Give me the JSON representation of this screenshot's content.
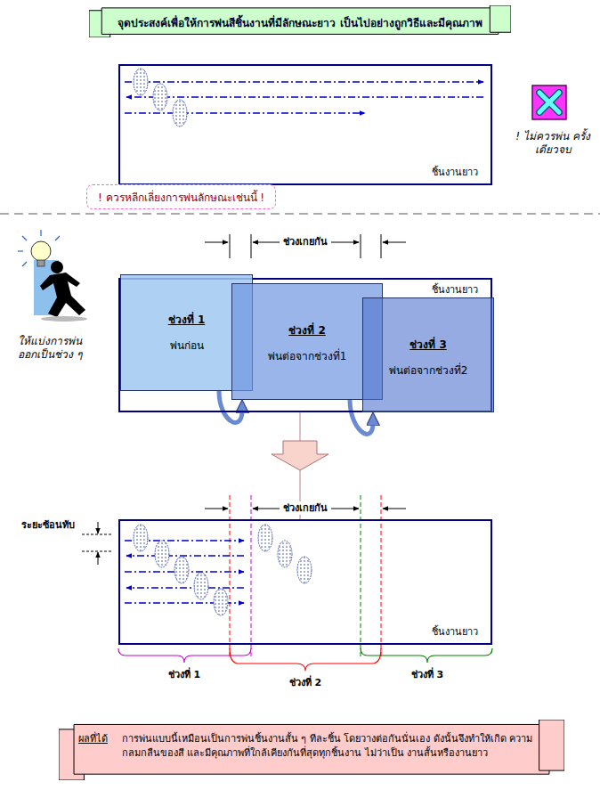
{
  "diagram": {
    "title": "จุดประสงค์เพื่อให้การพ่นสีชิ้นงานที่มีลักษณะยาว เป็นไปอย่างถูกวิธีและมีคุณภาพ",
    "nodes": [
      {
        "text": [
          "ชิ้นงานยาว"
        ]
      },
      {
        "text": [
          "! ควรหลีกเลี่ยงการพ่นลักษณะเช่นนี้ !"
        ]
      },
      {
        "text": [
          "ชิ้นงานยาว"
        ]
      },
      {
        "text": [
          "ช่วงที่ 1",
          "พ่นก่อน"
        ],
        "in": 2
      },
      {
        "text": [
          "ช่วงที่ 2",
          "พ่นต่อจากช่วงที่1"
        ],
        "in": 2
      },
      {
        "text": [
          "ช่วงที่ 3",
          "พ่นต่อจากช่วงที่2"
        ],
        "in": 2
      },
      {
        "text": [
          "ชิ้นงานยาว"
        ]
      },
      {
        "text": [
          "ผลที่ได้",
          "การพ่นแบบนี้เหมือนเป็นการพ่นชิ้นงานสั้น ๆ ทีละชิ้น โดยวางต่อกันนั่นเอง ดังนั้นจึงทำให้เกิด ความกลมกลืนของสี และมีคุณภาพที่ใกล้เคียงกันที่สุดทุกชิ้นงาน ไม่ว่าเป็น งานสั้นหรืองานยาว"
        ]
      }
    ],
    "edges": [
      {
        "from": 3,
        "to": 4,
        "arrow": "to"
      },
      {
        "from": 4,
        "to": 5,
        "arrow": "to"
      },
      {
        "from": 2,
        "to": 6,
        "arrow": "to"
      }
    ],
    "labels": [
      "! ไม่ควรพ่น ครั้งเดียวจบ",
      "ให้แบ่งการพ่น ออกเป็นช่วง ๆ",
      "ช่วงเกยกัน",
      "ระยะซ้อนทับ",
      "ช่วงเกยกัน",
      "ช่วงที่ 1",
      "ช่วงที่ 2",
      "ช่วงที่ 3"
    ]
  }
}
